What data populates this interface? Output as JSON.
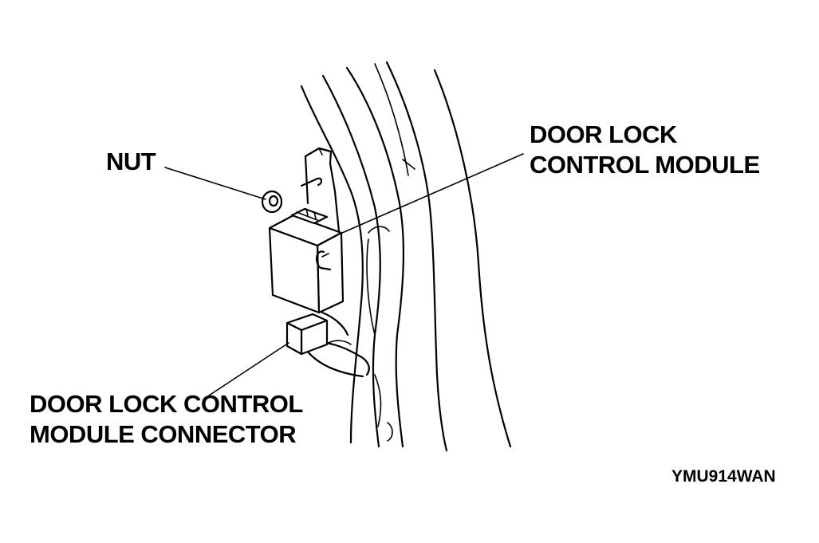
{
  "labels": {
    "nut": "NUT",
    "module_line1": "DOOR LOCK",
    "module_line2": "CONTROL MODULE",
    "connector_line1": "DOOR LOCK CONTROL",
    "connector_line2": "MODULE CONNECTOR",
    "figure_code": "YMU914WAN"
  },
  "colors": {
    "ink": "#000000",
    "background": "#ffffff"
  }
}
